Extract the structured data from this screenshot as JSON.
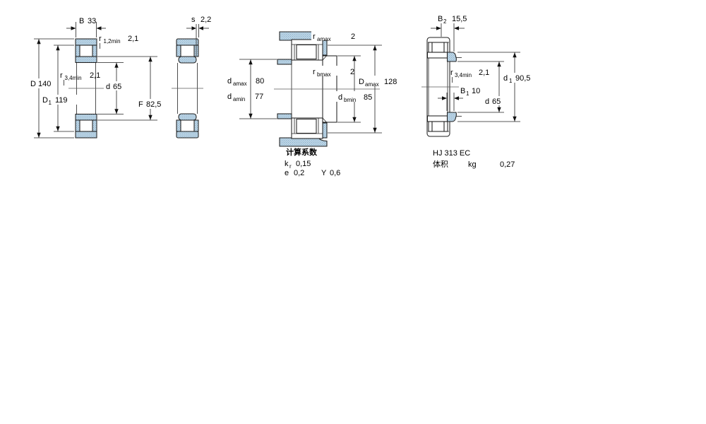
{
  "colors": {
    "part_fill": "#bed6e6",
    "part_dot": "#8fb3cd",
    "line": "#1f1f1f"
  },
  "bearing_view": {
    "B": {
      "sym": "B",
      "val": "33"
    },
    "r12": {
      "sym": "r",
      "sub": "1,2min",
      "val": "2,1"
    },
    "r34": {
      "sym": "r",
      "sub": "3,4min",
      "val": "2,1"
    },
    "D": {
      "sym": "D",
      "val": "140"
    },
    "D1": {
      "sym": "D",
      "sub": "1",
      "val": "119"
    },
    "d": {
      "sym": "d",
      "val": "65"
    },
    "F": {
      "sym": "F",
      "val": "82,5"
    }
  },
  "side_view": {
    "s": {
      "sym": "s",
      "val": "2,2"
    }
  },
  "mounting_view": {
    "ramax": {
      "sym": "r",
      "sub": "amax",
      "val": "2"
    },
    "rbmax": {
      "sym": "r",
      "sub": "bmax",
      "val": "2"
    },
    "damax": {
      "sym": "d",
      "sub": "amax",
      "val": "80"
    },
    "damin": {
      "sym": "d",
      "sub": "amin",
      "val": "77"
    },
    "Damax": {
      "sym": "D",
      "sub": "amax",
      "val": "128"
    },
    "dbmin": {
      "sym": "d",
      "sub": "bmin",
      "val": "85"
    }
  },
  "calculation_factors": {
    "title": "计算系数",
    "kr": {
      "sym": "k",
      "sub": "r",
      "val": "0,15"
    },
    "e": {
      "sym": "e",
      "val": "0,2"
    },
    "Y": {
      "sym": "Y",
      "val": "0,6"
    }
  },
  "angle_ring_view": {
    "B2": {
      "sym": "B",
      "sub": "2",
      "val": "15,5"
    },
    "r34": {
      "sym": "r",
      "sub": "3,4min",
      "val": "2,1"
    },
    "B1": {
      "sym": "B",
      "sub": "1",
      "val": "10"
    },
    "d": {
      "sym": "d",
      "val": "65"
    },
    "d1": {
      "sym": "d",
      "sub": "1",
      "val": "90,5"
    },
    "designation": "HJ 313 EC",
    "mass_label": "体积",
    "mass_unit": "kg",
    "mass_value": "0,27"
  }
}
